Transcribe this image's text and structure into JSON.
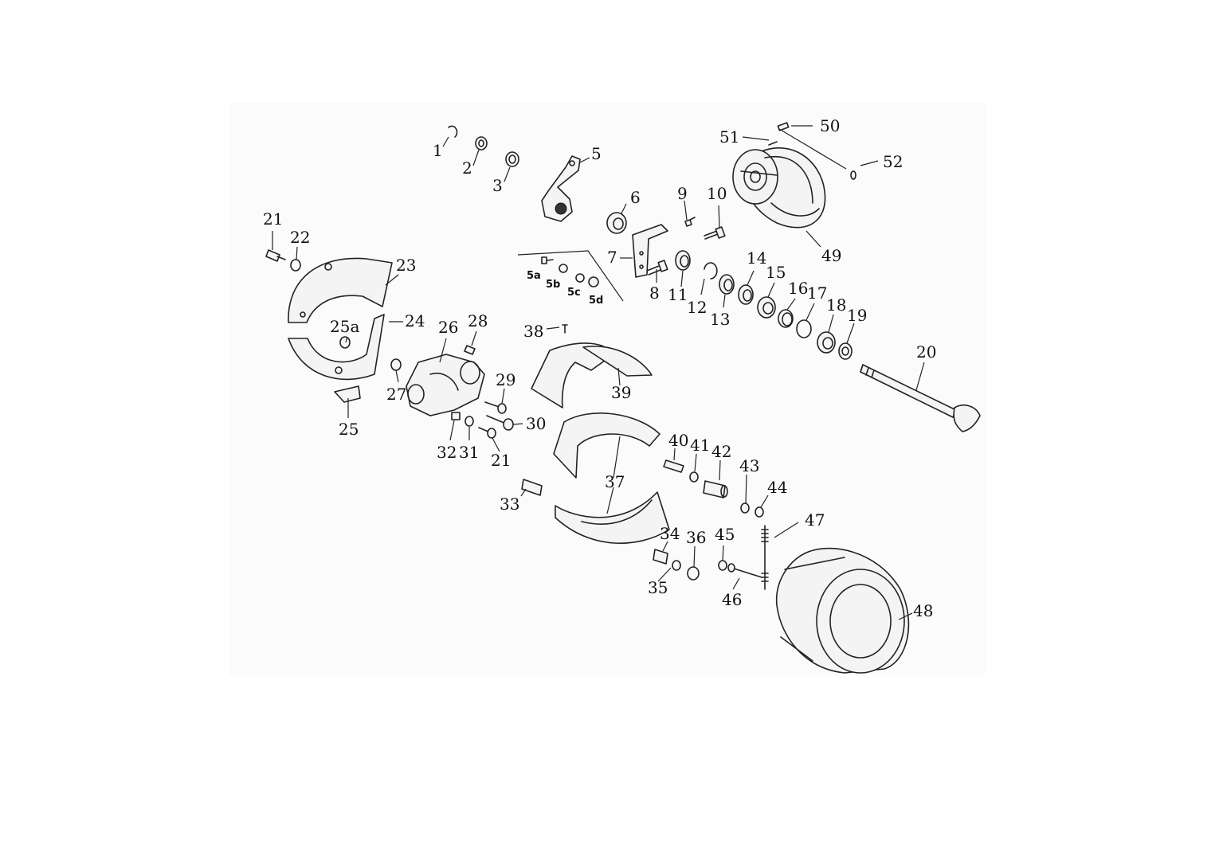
{
  "callouts": {
    "c1": "1",
    "c2": "2",
    "c3": "3",
    "c5": "5",
    "c5a": "5a",
    "c5b": "5b",
    "c5c": "5c",
    "c5d": "5d",
    "c6": "6",
    "c7": "7",
    "c8": "8",
    "c9": "9",
    "c10": "10",
    "c11": "11",
    "c12": "12",
    "c13": "13",
    "c14": "14",
    "c15": "15",
    "c16": "16",
    "c17": "17",
    "c18": "18",
    "c19": "19",
    "c20": "20",
    "c21a": "21",
    "c21b": "21",
    "c22": "22",
    "c23": "23",
    "c24": "24",
    "c25": "25",
    "c25a": "25a",
    "c26": "26",
    "c27": "27",
    "c28": "28",
    "c29": "29",
    "c30": "30",
    "c31": "31",
    "c32": "32",
    "c33": "33",
    "c34": "34",
    "c35": "35",
    "c36": "36",
    "c37": "37",
    "c38": "38",
    "c39": "39",
    "c40": "40",
    "c41": "41",
    "c42": "42",
    "c43": "43",
    "c44": "44",
    "c45": "45",
    "c46": "46",
    "c47": "47",
    "c48": "48",
    "c49": "49",
    "c50": "50",
    "c51": "51",
    "c52": "52"
  }
}
